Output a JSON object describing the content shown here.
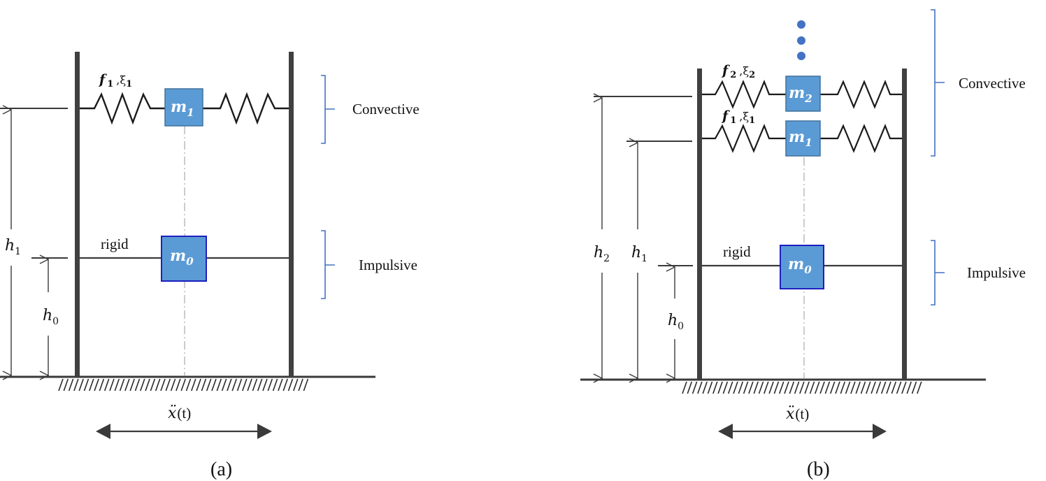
{
  "figure": {
    "colors": {
      "wall": "#404040",
      "line": "#3a3a3a",
      "mass_fill": "#5b9bd5",
      "mass_border_convective": "#41719c",
      "mass_border_impulsive": "#1f1fbf",
      "bracket": "#4472c4",
      "dots": "#4472c4",
      "centerline": "#b0b0b0"
    },
    "panel_a": {
      "caption": "(a)",
      "convective_label": "Convective",
      "impulsive_label": "Impulsive",
      "rigid_label": "rigid",
      "excitation": {
        "base": "x",
        "accent": "¨",
        "arg": "(t)"
      },
      "masses": [
        {
          "symbol": "m",
          "index": "0",
          "type": "impulsive"
        },
        {
          "symbol": "m",
          "index": "1",
          "type": "convective"
        }
      ],
      "spring_params": [
        {
          "f": "f",
          "f_index": "1",
          "xi": "ξ",
          "xi_index": "1"
        }
      ],
      "heights": [
        {
          "symbol": "h",
          "index": "1"
        },
        {
          "symbol": "h",
          "index": "0"
        }
      ]
    },
    "panel_b": {
      "caption": "(b)",
      "convective_label": "Convective",
      "impulsive_label": "Impulsive",
      "rigid_label": "rigid",
      "excitation": {
        "base": "x",
        "accent": "¨",
        "arg": "(t)"
      },
      "masses": [
        {
          "symbol": "m",
          "index": "0",
          "type": "impulsive"
        },
        {
          "symbol": "m",
          "index": "1",
          "type": "convective"
        },
        {
          "symbol": "m",
          "index": "2",
          "type": "convective"
        }
      ],
      "spring_params": [
        {
          "f": "f",
          "f_index": "2",
          "xi": "ξ",
          "xi_index": "2"
        },
        {
          "f": "f",
          "f_index": "1",
          "xi": "ξ",
          "xi_index": "1"
        }
      ],
      "heights": [
        {
          "symbol": "h",
          "index": "2"
        },
        {
          "symbol": "h",
          "index": "1"
        },
        {
          "symbol": "h",
          "index": "0"
        }
      ],
      "continuation_dots": 3
    }
  }
}
